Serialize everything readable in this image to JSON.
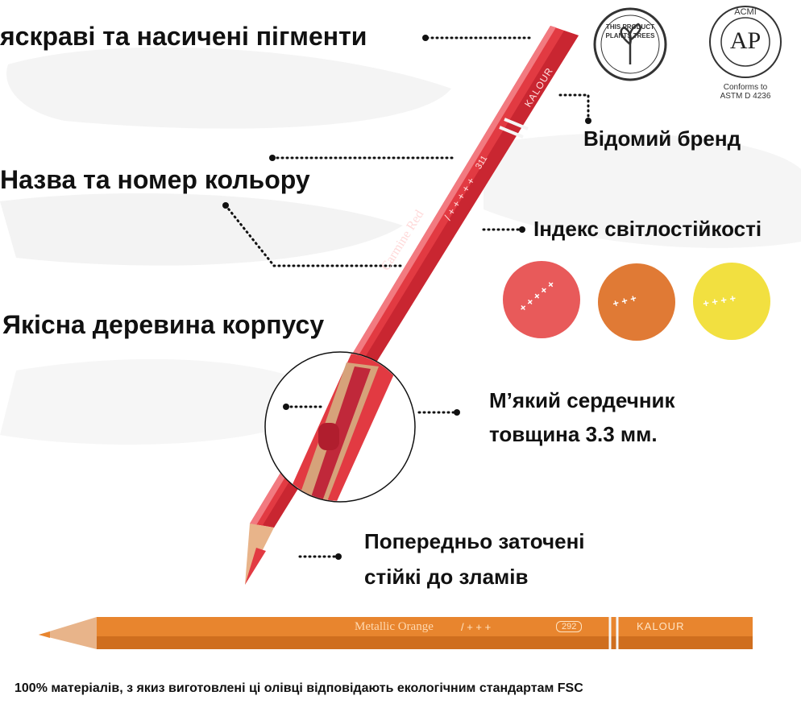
{
  "labels": {
    "pigments": "яскраві та насичені пігменти",
    "color_name": "Назва та номер кольору",
    "wood": "Якісна деревина корпусу",
    "brand": "Відомий бренд",
    "lightfastness": "Індекс світлостійкості",
    "core_line1": "М’який сердечник",
    "core_line2": "товщина 3.3 мм.",
    "sharpened_line1": "Попередньо заточені",
    "sharpened_line2": "стійкі до зламів"
  },
  "footer": "100% матеріалів, з якиз виготовлені ці олівці відповідають екологічним стандартам FSC",
  "pencil_red": {
    "brand_text": "KALOUR",
    "color_text": "Carmine Red",
    "number": "311",
    "rating": "/ + + + + +"
  },
  "pencil_orange": {
    "brand_text": "KALOUR",
    "color_text": "Metallic Orange",
    "number": "292",
    "rating": "/ + + +"
  },
  "swatches": [
    {
      "color": "#e85a5a",
      "text": "+ + + + +"
    },
    {
      "color": "#e07a35",
      "text": "+ + +"
    },
    {
      "color": "#f2e040",
      "text": "+ + + +"
    }
  ],
  "logos": {
    "plants_trees": "THIS PRODUCT PLANTS TREES",
    "acmi_ap": "AP",
    "acmi_ring": "ACMI",
    "conforms": "Conforms to",
    "astm": "ASTM D 4236"
  },
  "colors": {
    "pencil_red": "#e23a42",
    "pencil_orange": "#e8852e",
    "wood": "#e8b48a",
    "text": "#111111"
  }
}
